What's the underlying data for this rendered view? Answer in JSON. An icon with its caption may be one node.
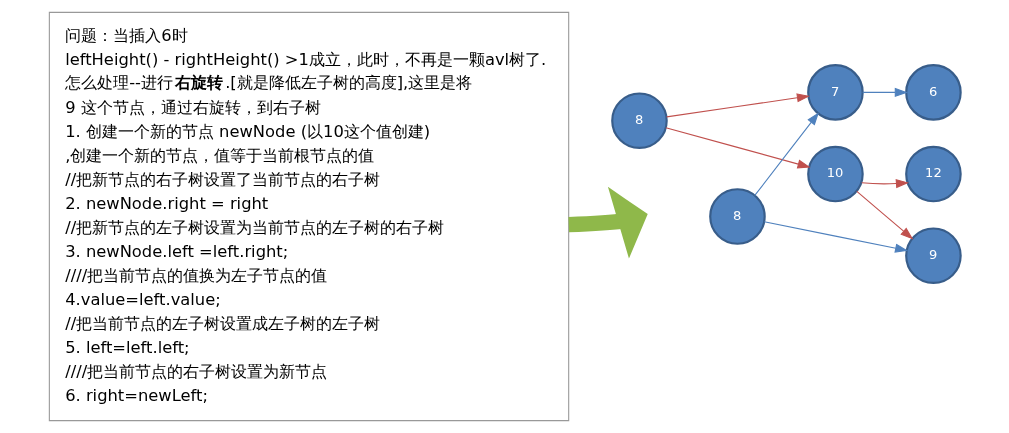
{
  "diagram": {
    "nodes": [
      {
        "text": [
          "问题：当插入6时",
          "leftHeight() - rightHeight() >1成立，此时，不再是一颗avl树了.",
          "怎么处理--进行**右旋转**.[就是降低左子树的高度],这里是将",
          "9 这个节点，通过右旋转，到右子树",
          "1. 创建一个新的节点 newNode (以10这个值创建)",
          ",创建一个新的节点，值等于当前根节点的值",
          "//把新节点的右子树设置了当前节点的右子树",
          "2. newNode.right = right",
          "//把新节点的左子树设置为当前节点的左子树的右子树",
          "3. newNode.left =left.right;",
          "////把当前节点的值换为左子节点的值",
          "4.value=left.value;",
          "//把当前节点的左子树设置成左子树的左子树",
          "5. left=left.left;",
          "////把当前节点的右子树设置为新节点",
          "6. right=newLeft;"
        ]
      },
      {
        "text": [
          "8"
        ]
      },
      {
        "text": [
          "8"
        ]
      },
      {
        "text": [
          "7"
        ]
      },
      {
        "text": [
          "6"
        ]
      },
      {
        "text": [
          "9"
        ]
      },
      {
        "text": [
          "10"
        ]
      },
      {
        "text": [
          "12"
        ]
      }
    ],
    "edges": [
      {
        "from": 0,
        "to": null,
        "arrow": "to",
        "style": "thick",
        "color": "#8fb84a"
      },
      {
        "from": 1,
        "to": 3,
        "arrow": "to"
      },
      {
        "from": 1,
        "to": 6,
        "arrow": "to"
      },
      {
        "from": 2,
        "to": 3,
        "arrow": "to",
        "color": "#4f81bd"
      },
      {
        "from": 2,
        "to": 5,
        "arrow": "to",
        "color": "#4f81bd"
      },
      {
        "from": 3,
        "to": 4,
        "arrow": "to",
        "color": "#4f81bd"
      },
      {
        "from": 6,
        "to": 5,
        "arrow": "to"
      },
      {
        "from": 6,
        "to": 7,
        "arrow": "to"
      }
    ]
  }
}
